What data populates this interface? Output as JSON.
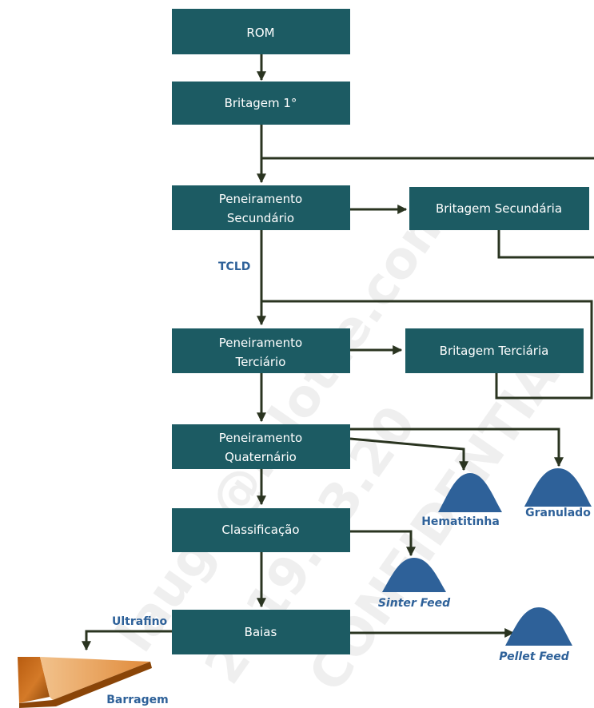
{
  "boxes": {
    "rom": "ROM",
    "britagem_primaria": "Britagem 1°",
    "peneiramento_secundario_1": "Peneiramento",
    "peneiramento_secundario_2": "Secundário",
    "britagem_secundaria": "Britagem Secundária",
    "peneiramento_terciario_1": "Peneiramento",
    "peneiramento_terciario_2": "Terciário",
    "britagem_terciaria": "Britagem Terciária",
    "peneiramento_quaternario_1": "Peneiramento",
    "peneiramento_quaternario_2": "Quaternário",
    "classificacao": "Classificação",
    "baias": "Baias"
  },
  "flow_labels": {
    "tcld": "TCLD",
    "ultrafino": "Ultrafino"
  },
  "products": {
    "hematitinha": "Hematitinha",
    "granulado": "Granulado",
    "sinter_feed": "Sinter Feed",
    "pellet_feed": "Pellet Feed",
    "barragem": "Barragem"
  },
  "colors": {
    "box_fill": "#1c5b63",
    "line": "#2a3420",
    "pile": "#2e6199",
    "dam": "#b05a12",
    "label": "#2e6199"
  }
}
